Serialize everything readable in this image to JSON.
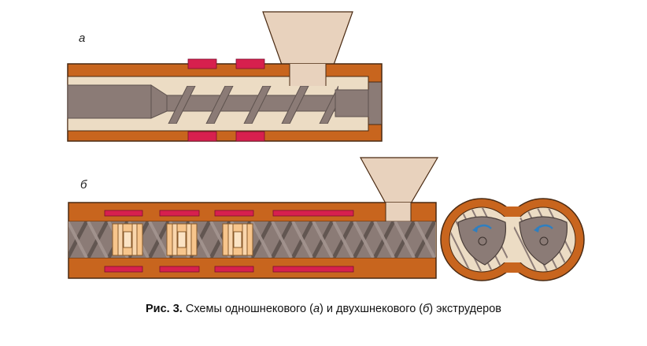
{
  "labels": {
    "panel_a": "а",
    "panel_b": "б"
  },
  "caption": {
    "prefix": "Рис. 3.",
    "text_1": " Схемы одношнекового (",
    "italic_1": "а",
    "text_2": ") и двухшнекового (",
    "italic_2": "б",
    "text_3": ") экструдеров"
  },
  "colors": {
    "barrel": "#c8651e",
    "barrel_edge": "#4a2a12",
    "liner": "#ecdcc4",
    "hopper": "#e8d2bd",
    "screw": "#8b7b76",
    "screw_dark": "#5e524e",
    "heater": "#d7204e",
    "kneading": "#f7c58c",
    "rotation_arrow": "#2f7fc0"
  }
}
